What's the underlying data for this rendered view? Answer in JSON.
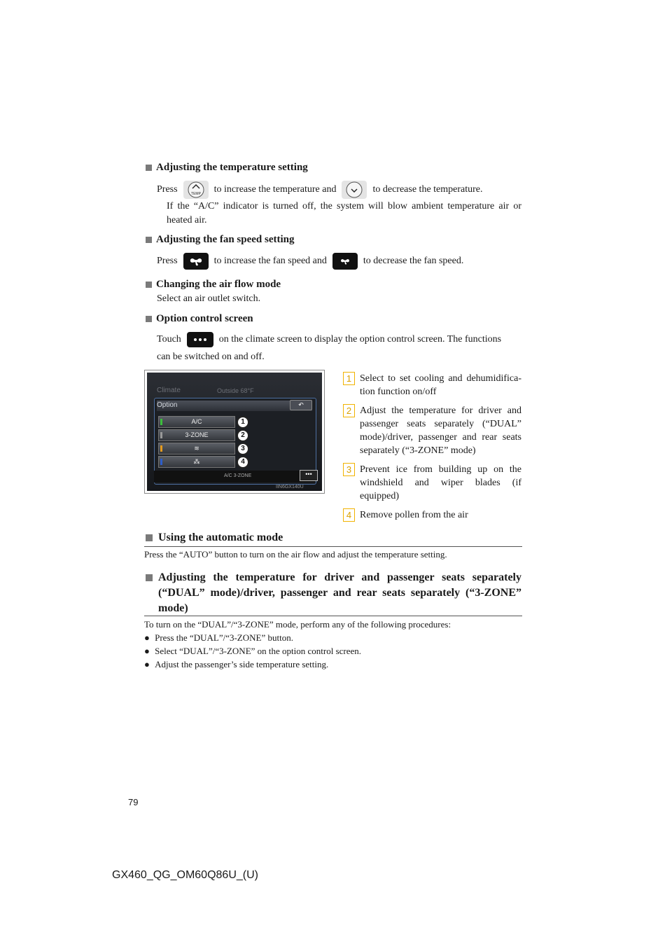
{
  "sections": {
    "temp": {
      "heading": "Adjusting the temperature setting",
      "line_1": "Press",
      "line_2": "to increase the temperature and",
      "line_3": "to decrease the temperature.",
      "temp_btn_label": "TEMP",
      "note": "If the “A/C” indicator is turned off, the system will blow ambient temperature air or heated air."
    },
    "fan": {
      "heading": "Adjusting the fan speed setting",
      "line_1": "Press",
      "line_2": "to increase the fan speed and",
      "line_3": "to decrease the fan speed."
    },
    "airflow": {
      "heading": "Changing the air flow mode",
      "body": "Select an air outlet switch."
    },
    "option": {
      "heading": "Option control screen",
      "line_1": "Touch",
      "line_2": "on the climate screen to display the option control screen. The functions",
      "line_3": "can be switched on and off."
    }
  },
  "screen": {
    "title": "Climate",
    "outside": "Outside 68°F",
    "option_title": "Option",
    "buttons": [
      "A/C",
      "3-ZONE"
    ],
    "status": "A/C  3-ZONE",
    "image_code": "IIN6GX140U",
    "callouts": [
      "1",
      "2",
      "3",
      "4"
    ]
  },
  "legend": [
    {
      "num": "1",
      "text": "Select to set cooling and dehumidifica-tion function on/off"
    },
    {
      "num": "2",
      "text": "Adjust the temperature for driver and passenger seats separately (“DUAL” mode)/driver, passenger and rear seats separately (“3-ZONE” mode)"
    },
    {
      "num": "3",
      "text": "Prevent ice from building up on the windshield and wiper blades (if equipped)"
    },
    {
      "num": "4",
      "text": "Remove pollen from the air"
    }
  ],
  "auto": {
    "heading": "Using the automatic mode",
    "body": "Press the “AUTO” button to turn on the air flow and adjust the temperature setting."
  },
  "dual": {
    "heading": "Adjusting the temperature for driver and passenger seats separately (“DUAL” mode)/driver, passenger and rear seats separately (“3-ZONE” mode)",
    "intro": "To turn on the “DUAL”/“3-ZONE” mode, perform any of the following procedures:",
    "bullets": [
      "Press the “DUAL”/“3-ZONE” button.",
      "Select “DUAL”/“3-ZONE” on the option control screen.",
      "Adjust the passenger’s side temperature setting."
    ]
  },
  "footer": {
    "page_number": "79",
    "doc_code": "GX460_QG_OM60Q86U_(U)"
  },
  "colors": {
    "accent": "#f1b300",
    "square": "#7a7a7a"
  }
}
